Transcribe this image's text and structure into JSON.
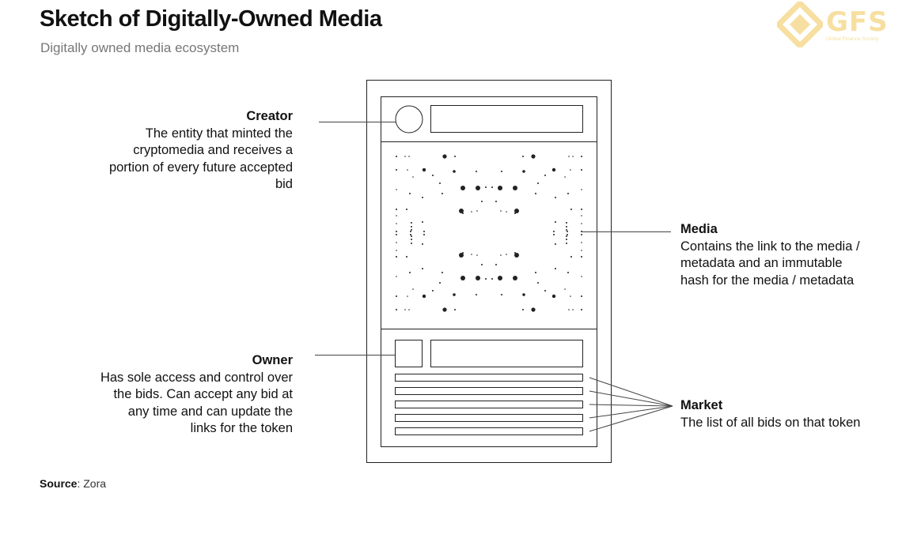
{
  "title": "Sketch of Digitally-Owned Media",
  "subtitle": "Digitally owned media ecosystem",
  "logo": {
    "text": "GFS",
    "tagline": "Global Finance Society",
    "color": "#f6dfa0"
  },
  "labels": {
    "creator": {
      "heading": "Creator",
      "lines": [
        "The entity that minted the",
        "cryptomedia and receives a",
        "portion of every future accepted",
        "bid"
      ]
    },
    "media": {
      "heading": "Media",
      "lines": [
        "Contains the link to the media /",
        "metadata and an immutable",
        "hash for the media / metadata"
      ]
    },
    "owner": {
      "heading": "Owner",
      "lines": [
        "Has sole access and control over",
        "the bids. Can accept any bid at",
        "any time and can update the",
        "links for the token"
      ]
    },
    "market": {
      "heading": "Market",
      "lines": [
        "The list of all bids on that token"
      ]
    }
  },
  "source": {
    "label": "Source",
    "value": ": Zora"
  }
}
